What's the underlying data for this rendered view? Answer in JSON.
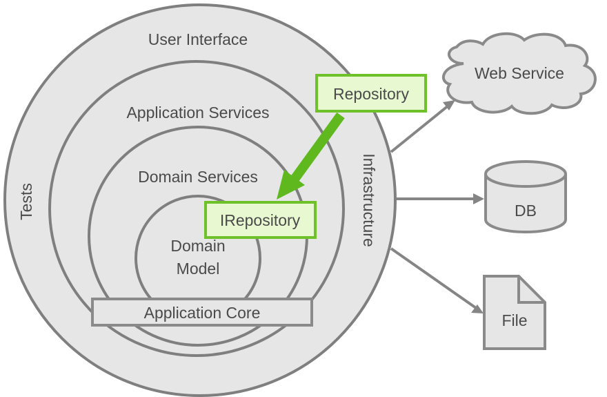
{
  "rings": {
    "tests": "Tests",
    "user_interface": "User Interface",
    "infrastructure": "Infrastructure",
    "application_services": "Application Services",
    "domain_services": "Domain Services",
    "domain_model_line1": "Domain",
    "domain_model_line2": "Model"
  },
  "application_core": "Application Core",
  "repository": "Repository",
  "irepository": "IRepository",
  "external": {
    "web_service": "Web Service",
    "db": "DB",
    "file": "File"
  },
  "colors": {
    "ring_fill": "#e6e6e6",
    "ring_stroke": "#7f7f7f",
    "green_fill": "#e8f8d0",
    "green_stroke": "#6fc12a",
    "green_arrow": "#5fb81e",
    "text": "#4a4a4a"
  }
}
